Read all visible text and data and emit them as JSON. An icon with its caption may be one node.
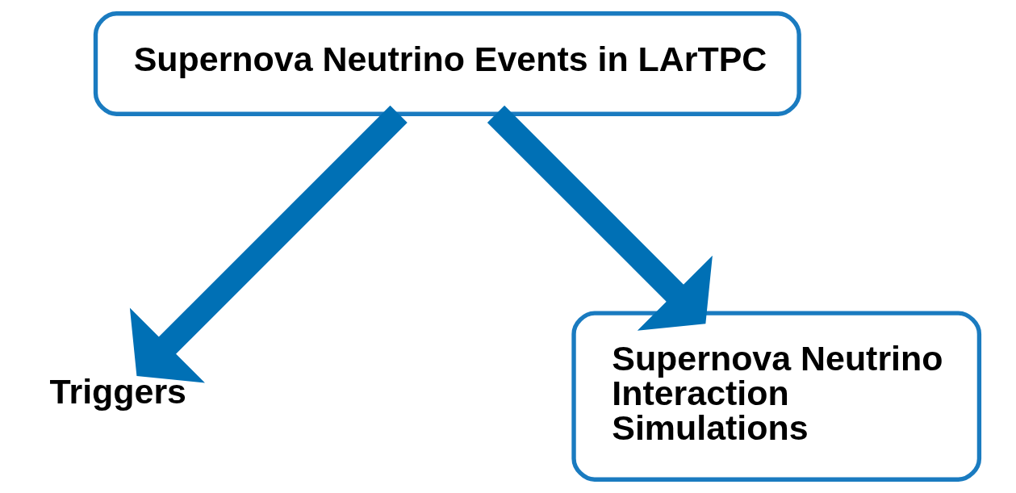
{
  "diagram": {
    "nodes": [
      {
        "text": [
          "Supernova Neutrino Events in LArTPC"
        ]
      },
      {
        "text": [
          "Triggers"
        ]
      },
      {
        "text": [
          "Supernova Neutrino Interaction Simulations"
        ]
      }
    ],
    "edges": [
      {
        "from": 0,
        "to": 1,
        "arrow": "to"
      },
      {
        "from": 0,
        "to": 2,
        "arrow": "to"
      }
    ]
  }
}
